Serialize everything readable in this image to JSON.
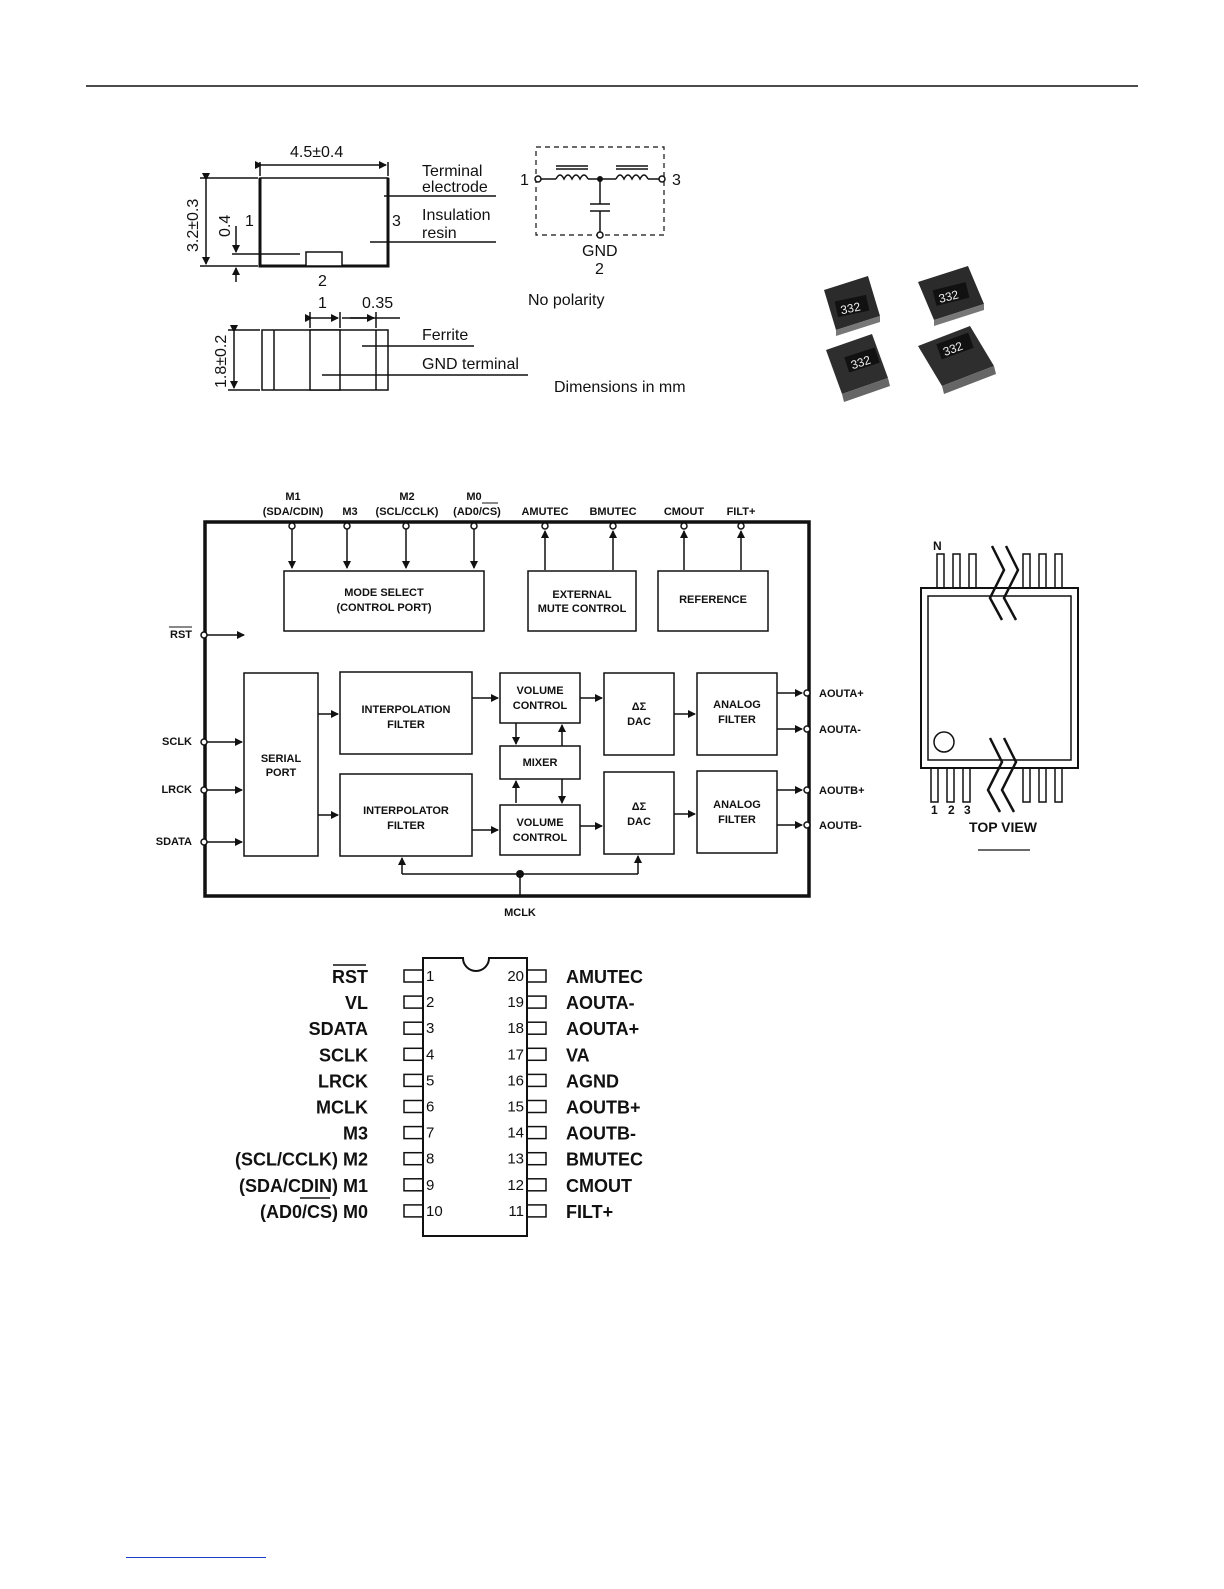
{
  "filter_drawing": {
    "dim_width": "4.5±0.4",
    "dim_height": "3.2±0.3",
    "dim_gnd_height": "0.4",
    "dim_thickness": "1.8±0.2",
    "dim_gnd_width": "1",
    "dim_gap": "0.35",
    "pin1": "1",
    "pin2": "2",
    "pin3": "3",
    "terminal_electrode_line1": "Terminal",
    "terminal_electrode_line2": "electrode",
    "insulation_resin_line1": "Insulation",
    "insulation_resin_line2": "resin",
    "ferrite": "Ferrite",
    "gnd_terminal": "GND terminal",
    "dimensions_note": "Dimensions in mm"
  },
  "schematic": {
    "pin1": "1",
    "pin3": "3",
    "gnd": "GND",
    "gnd_num": "2",
    "polarity": "No polarity"
  },
  "photo": {
    "marking": "332"
  },
  "block_diagram": {
    "top_signals": [
      {
        "line1": "M1",
        "line2": "(SDA/CDIN)"
      },
      {
        "line1": "",
        "line2": "M3"
      },
      {
        "line1": "M2",
        "line2": "(SCL/CCLK)"
      },
      {
        "line1": "M0",
        "line2": "(AD0/CS)"
      },
      {
        "line1": "",
        "line2": "AMUTEC"
      },
      {
        "line1": "",
        "line2": "BMUTEC"
      },
      {
        "line1": "",
        "line2": "CMOUT"
      },
      {
        "line1": "",
        "line2": "FILT+"
      }
    ],
    "left_signals": [
      "RST",
      "SCLK",
      "LRCK",
      "SDATA"
    ],
    "right_signals": [
      "AOUTA+",
      "AOUTA-",
      "AOUTB+",
      "AOUTB-"
    ],
    "bottom_signal": "MCLK",
    "blocks": {
      "mode_select_1": "MODE SELECT",
      "mode_select_2": "(CONTROL PORT)",
      "ext_mute_1": "EXTERNAL",
      "ext_mute_2": "MUTE CONTROL",
      "reference": "REFERENCE",
      "serial_1": "SERIAL",
      "serial_2": "PORT",
      "interp_a_1": "INTERPOLATION",
      "interp_a_2": "FILTER",
      "interp_b_1": "INTERPOLATOR",
      "interp_b_2": "FILTER",
      "vol_1": "VOLUME",
      "vol_2": "CONTROL",
      "mixer": "MIXER",
      "dac_1": "ΔΣ",
      "dac_2": "DAC",
      "analog_1": "ANALOG",
      "analog_2": "FILTER"
    }
  },
  "package": {
    "n_label": "N",
    "pin_nums": [
      "1",
      "2",
      "3"
    ],
    "top_view": "TOP VIEW"
  },
  "pinout": {
    "left": [
      {
        "name": "RST",
        "num": "1"
      },
      {
        "name": "VL",
        "num": "2"
      },
      {
        "name": "SDATA",
        "num": "3"
      },
      {
        "name": "SCLK",
        "num": "4"
      },
      {
        "name": "LRCK",
        "num": "5"
      },
      {
        "name": "MCLK",
        "num": "6"
      },
      {
        "name": "M3",
        "num": "7"
      },
      {
        "name": "(SCL/CCLK) M2",
        "num": "8"
      },
      {
        "name": "(SDA/CDIN) M1",
        "num": "9"
      },
      {
        "name": "(AD0/CS)  M0",
        "num": "10"
      }
    ],
    "right": [
      {
        "name": "AMUTEC",
        "num": "20"
      },
      {
        "name": "AOUTA-",
        "num": "19"
      },
      {
        "name": "AOUTA+",
        "num": "18"
      },
      {
        "name": "VA",
        "num": "17"
      },
      {
        "name": "AGND",
        "num": "16"
      },
      {
        "name": "AOUTB+",
        "num": "15"
      },
      {
        "name": "AOUTB-",
        "num": "14"
      },
      {
        "name": "BMUTEC",
        "num": "13"
      },
      {
        "name": "CMOUT",
        "num": "12"
      },
      {
        "name": "FILT+",
        "num": "11"
      }
    ]
  }
}
